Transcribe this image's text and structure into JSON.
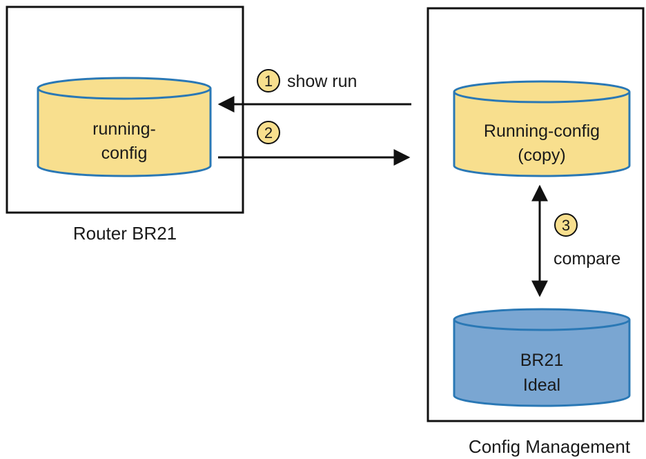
{
  "router": {
    "caption": "Router BR21",
    "db_line1": "running-",
    "db_line2": "config"
  },
  "config_mgmt": {
    "caption": "Config Management",
    "copy_line1": "Running-config",
    "copy_line2": "(copy)",
    "ideal_line1": "BR21",
    "ideal_line2": "Ideal"
  },
  "steps": [
    {
      "number": "1",
      "label": "show run"
    },
    {
      "number": "2",
      "label": ""
    },
    {
      "number": "3",
      "label": "compare"
    }
  ],
  "colors": {
    "running_fill": "#f8df8e",
    "ideal_fill": "#7aa6d2",
    "cylinder_stroke": "#2a78b5",
    "step_badge_fill": "#f8df8e",
    "box_stroke": "#111111",
    "arrow": "#111111"
  }
}
